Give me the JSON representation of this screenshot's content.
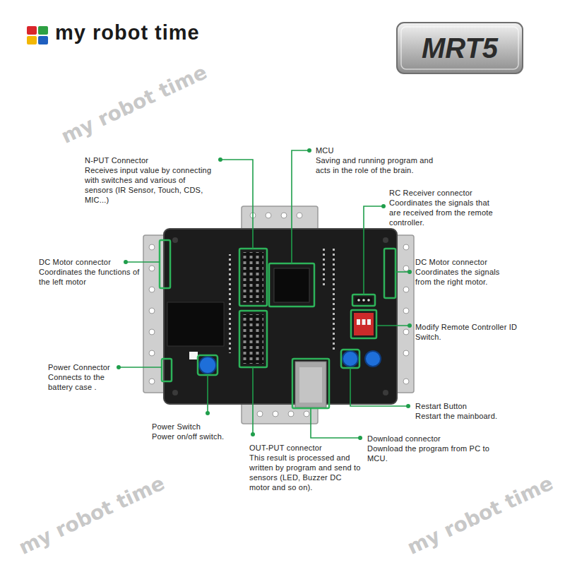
{
  "diagram": {
    "labels": [
      "my robot time",
      "MRT5",
      "N-PUT Connector",
      "Receives input value by connecting with switches and various of sensors (IR Sensor, Touch, CDS, MIC...)",
      "MCU",
      "Saving and running program and acts in the role of the brain.",
      "RC Receiver connector",
      "Coordinates the signals that are received from the remote controller.",
      "DC Motor connector",
      "Coordinates the functions of the left motor",
      "DC Motor connector",
      "Coordinates the signals from the right motor.",
      "Modify Remote Controller ID Switch.",
      "Power Connector",
      "Connects to the battery case .",
      "Restart Button",
      "Restart the mainboard.",
      "Power Switch",
      "Power on/off switch.",
      "Download connector",
      "Download the program from PC to MCU.",
      "OUT-PUT connector",
      "This result is processed and written by program and send to sensors (LED, Buzzer DC motor and so on).",
      "my robot time",
      "my robot time",
      "my robot time"
    ]
  }
}
